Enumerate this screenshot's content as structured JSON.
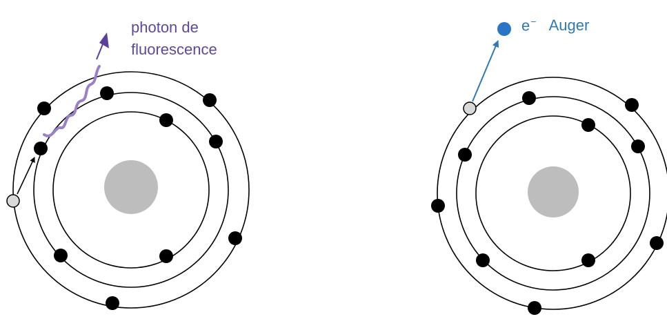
{
  "left_panel": {
    "label_line1": "photon de",
    "label_line2": "fluorescence"
  },
  "right_panel": {
    "electron_symbol": "e",
    "electron_charge": "−",
    "label": "Auger"
  },
  "colors": {
    "orbit": "#000000",
    "electron": "#000000",
    "vacancy_fill": "#d9d9d9",
    "nucleus": "#bdbdbd",
    "photon": "#9b7fc9",
    "photon_arrow": "#5b3f9a",
    "auger_electron": "#2a76c6",
    "auger_arrow": "#2f79b7",
    "purple_text": "#5b4a9b",
    "blue_text": "#2f79b7"
  }
}
